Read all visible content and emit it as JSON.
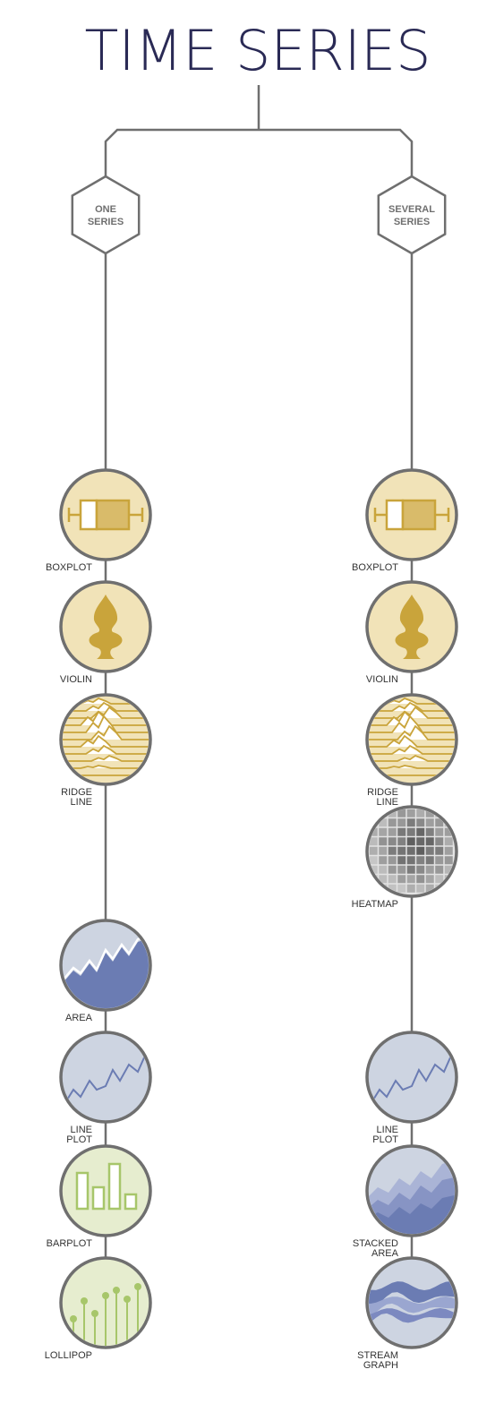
{
  "title": "TIME SERIES",
  "colors": {
    "line": "#6f6f6f",
    "yellow_fill": "#f1e3b8",
    "yellow_dark": "#c9a43b",
    "blue_fill": "#cdd4e1",
    "blue_dark": "#6b7cb3",
    "green_fill": "#e6edcf",
    "green_dark": "#a7c66a",
    "grey_fill": "#e3e3e3"
  },
  "branches": [
    {
      "label_lines": [
        "ONE",
        "SERIES"
      ],
      "nodes": [
        {
          "icon": "boxplot-icon",
          "label_lines": [
            "BOXPLOT"
          ]
        },
        {
          "icon": "violin-icon",
          "label_lines": [
            "VIOLIN"
          ]
        },
        {
          "icon": "ridgeline-icon",
          "label_lines": [
            "RIDGE",
            "LINE"
          ]
        },
        {
          "icon": "area-chart-icon",
          "label_lines": [
            "AREA"
          ]
        },
        {
          "icon": "line-plot-icon",
          "label_lines": [
            "LINE",
            "PLOT"
          ]
        },
        {
          "icon": "barplot-icon",
          "label_lines": [
            "BARPLOT"
          ]
        },
        {
          "icon": "lollipop-icon",
          "label_lines": [
            "LOLLIPOP"
          ]
        }
      ]
    },
    {
      "label_lines": [
        "SEVERAL",
        "SERIES"
      ],
      "nodes": [
        {
          "icon": "boxplot-icon",
          "label_lines": [
            "BOXPLOT"
          ]
        },
        {
          "icon": "violin-icon",
          "label_lines": [
            "VIOLIN"
          ]
        },
        {
          "icon": "ridgeline-icon",
          "label_lines": [
            "RIDGE",
            "LINE"
          ]
        },
        {
          "icon": "heatmap-icon",
          "label_lines": [
            "HEATMAP"
          ]
        },
        {
          "icon": "line-plot-icon",
          "label_lines": [
            "LINE",
            "PLOT"
          ]
        },
        {
          "icon": "stacked-area-icon",
          "label_lines": [
            "STACKED",
            "AREA"
          ]
        },
        {
          "icon": "streamgraph-icon",
          "label_lines": [
            "STREAM",
            "GRAPH"
          ]
        }
      ]
    }
  ]
}
